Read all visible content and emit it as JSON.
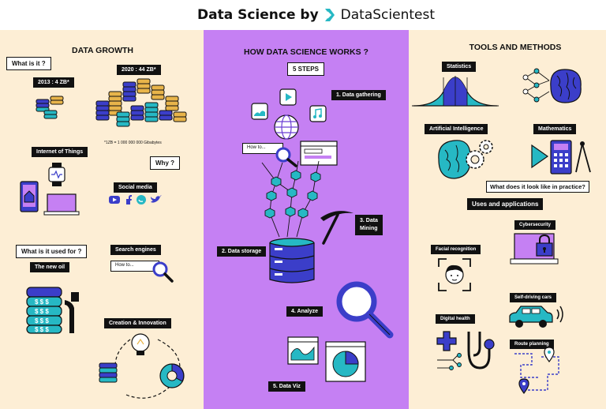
{
  "header": {
    "title": "Data Science by",
    "brand": "DataScientest"
  },
  "left": {
    "title": "DATA GROWTH",
    "what_is_it": "What is it ?",
    "year_2013": "2013 : 4 ZB*",
    "year_2020": "2020 : 44 ZB*",
    "footnote": "*1ZB = 1 000 000 000 Gibabytes",
    "iot": "Internet of Things",
    "why": "Why ?",
    "social_media": "Social media",
    "what_used_for": "What is it used for ?",
    "new_oil": "The new oil",
    "search_engines": "Search engines",
    "search_placeholder": "How to...",
    "creation": "Creation & Innovation"
  },
  "middle": {
    "title": "HOW DATA SCIENCE WORKS ?",
    "steps": "5 STEPS",
    "step1": "1. Data gathering",
    "search_placeholder": "How to...",
    "step2": "2. Data storage",
    "step3a": "3. Data",
    "step3b": "Mining",
    "step4": "4. Analyze",
    "step5": "5. Data Viz"
  },
  "right": {
    "title": "TOOLS AND METHODS",
    "statistics": "Statistics",
    "ai": "Artificial Intelligence",
    "mathematics": "Mathematics",
    "practice": "What does it look like in practice?",
    "uses": "Uses and applications",
    "facial": "Facial recognition",
    "cyber": "Cybersecurity",
    "self_driving": "Self-driving cars",
    "digital_health": "Digital health",
    "route": "Route planning"
  },
  "colors": {
    "cream": "#fdeed5",
    "purple": "#c580f3",
    "teal": "#26b8c4",
    "gold": "#e8b44a",
    "indigo": "#3b3ec9",
    "violet": "#6b3fd4",
    "ink": "#111111"
  }
}
